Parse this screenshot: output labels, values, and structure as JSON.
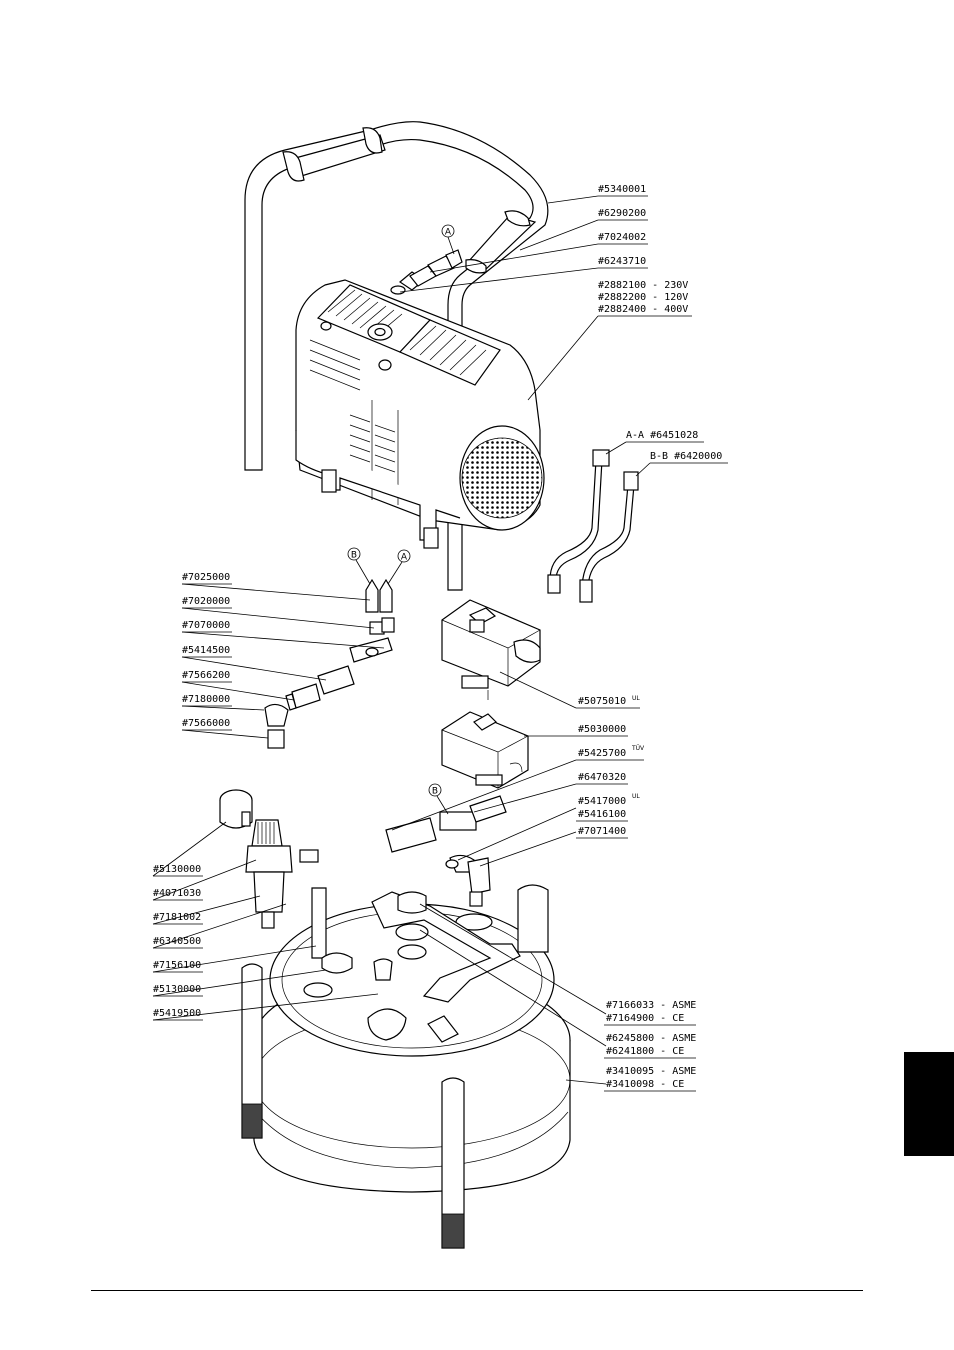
{
  "callouts": {
    "a": "A",
    "b": "B"
  },
  "labels": {
    "p5340001": "#5340001",
    "p6290200": "#6290200",
    "p7024002": "#7024002",
    "p6243710": "#6243710",
    "p2882100": "#2882100 - 230V",
    "p2882200": "#2882200 - 120V",
    "p2882400": "#2882400 - 400V",
    "p6451028": "A-A #6451028",
    "p6420000": "B-B #6420000",
    "p7025000": "#7025000",
    "p7020000": "#7020000",
    "p7070000": "#7070000",
    "p5414500": "#5414500",
    "p7566200": "#7566200",
    "p7180000": "#7180000",
    "p7566000": "#7566000",
    "p5075010": "#5075010",
    "p5030000": "#5030000",
    "p5425700": "#5425700",
    "p6470320": "#6470320",
    "p5417000": "#5417000",
    "p5416100": "#5416100",
    "p7071400": "#7071400",
    "p5130000a": "#5130000",
    "p4071030": "#4071030",
    "p7181002": "#7181002",
    "p6340500": "#6340500",
    "p7156100": "#7156100",
    "p5130000b": "#5130000",
    "p5419500": "#5419500",
    "p7166033": "#7166033 - ASME",
    "p7164900": "#7164900 - CE",
    "p6245800": "#6245800 - ASME",
    "p6241800": "#6241800 - CE",
    "p3410095": "#3410095 - ASME",
    "p3410098": "#3410098 - CE"
  },
  "superscripts": {
    "ul": "UL",
    "tuv": "TÜV"
  }
}
